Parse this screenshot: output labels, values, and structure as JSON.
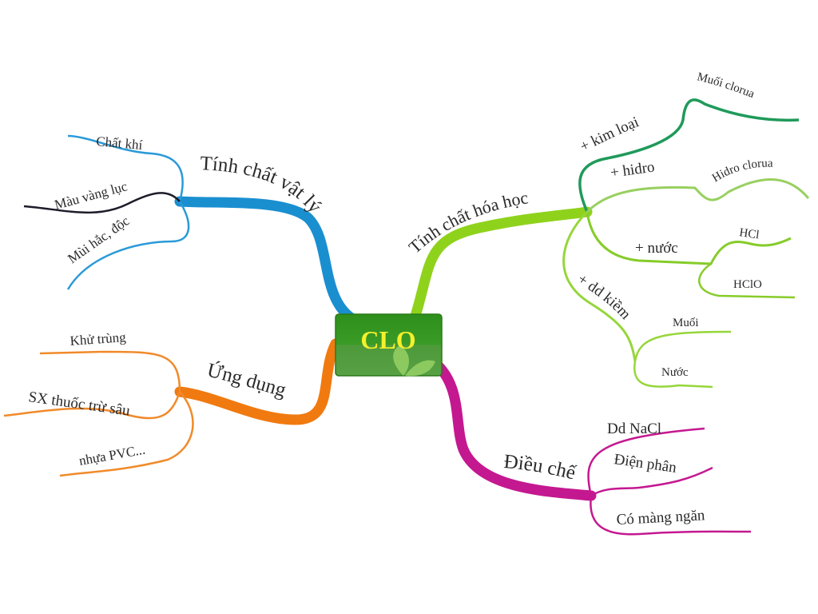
{
  "center": {
    "label": "CLO",
    "color": "#3f9a2c",
    "text_color": "#f4f02a"
  },
  "branches": {
    "physical": {
      "label": "Tính chất vật lý",
      "color": "#1a8fd0",
      "children": [
        "Chất khí",
        "Màu vàng lục",
        "Mùi hắc, độc"
      ]
    },
    "chemical": {
      "label": "Tính chất hóa học",
      "color": "#8fd21c",
      "children": [
        {
          "label": "+ kim loại",
          "result": "Muối clorua",
          "color": "#1f9a5a"
        },
        {
          "label": "+ hidro",
          "result": "Hidro clorua",
          "color": "#98d060"
        },
        {
          "label": "+ nước",
          "results": [
            "HCl",
            "HClO"
          ],
          "color": "#86cc2a"
        },
        {
          "label": "+ dd kiềm",
          "results": [
            "Muối",
            "Nước"
          ],
          "color": "#96d63a"
        }
      ]
    },
    "preparation": {
      "label": "Điều chế",
      "color": "#c41890",
      "children": [
        "Dd NaCl",
        "Điện phân",
        "Có màng ngăn"
      ]
    },
    "application": {
      "label": "Ứng dụng",
      "color": "#f07a10",
      "children": [
        "Khử trùng",
        "SX thuốc trừ sâu",
        "nhựa PVC..."
      ]
    }
  }
}
